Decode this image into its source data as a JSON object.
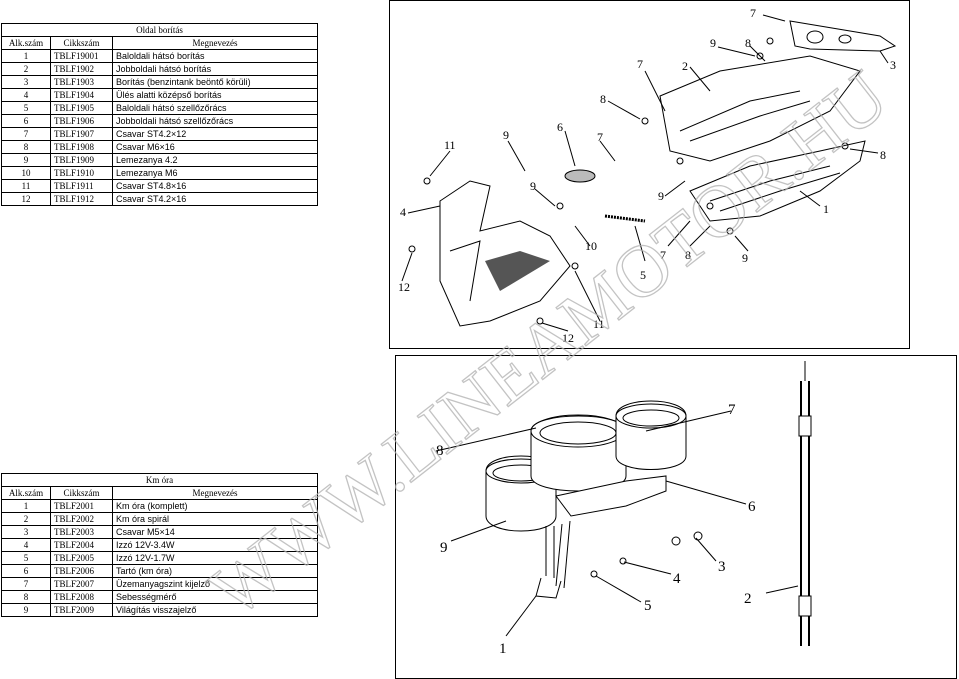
{
  "table1": {
    "title": "Oldal borítás",
    "headers": [
      "Alk.szám",
      "Cikkszám",
      "Megnevezés"
    ],
    "rows": [
      {
        "n": "1",
        "code": "TBLF19001",
        "name": "Baloldali hátsó borítás"
      },
      {
        "n": "2",
        "code": "TBLF1902",
        "name": "Jobboldali hátsó borítás"
      },
      {
        "n": "3",
        "code": "TBLF1903",
        "name": "Borítás (benzintank beöntő körüli)"
      },
      {
        "n": "4",
        "code": "TBLF1904",
        "name": "Ülés alatti középső borítás"
      },
      {
        "n": "5",
        "code": "TBLF1905",
        "name": "Baloldali hátsó szellőzőrács"
      },
      {
        "n": "6",
        "code": "TBLF1906",
        "name": "Jobboldali hátsó szellőzőrács"
      },
      {
        "n": "7",
        "code": "TBLF1907",
        "name": "Csavar ST4.2×12"
      },
      {
        "n": "8",
        "code": "TBLF1908",
        "name": "Csavar M6×16"
      },
      {
        "n": "9",
        "code": "TBLF1909",
        "name": "Lemezanya 4.2"
      },
      {
        "n": "10",
        "code": "TBLF1910",
        "name": "Lemezanya M6"
      },
      {
        "n": "11",
        "code": "TBLF1911",
        "name": "Csavar ST4.8×16"
      },
      {
        "n": "12",
        "code": "TBLF1912",
        "name": "Csavar ST4.2×16"
      }
    ]
  },
  "table2": {
    "title": "Km óra",
    "headers": [
      "Alk.szám",
      "Cikkszám",
      "Megnevezés"
    ],
    "rows": [
      {
        "n": "1",
        "code": "TBLF2001",
        "name": "Km óra (komplett)"
      },
      {
        "n": "2",
        "code": "TBLF2002",
        "name": "Km óra spirál"
      },
      {
        "n": "3",
        "code": "TBLF2003",
        "name": "Csavar M5×14"
      },
      {
        "n": "4",
        "code": "TBLF2004",
        "name": "Izzó 12V-3.4W"
      },
      {
        "n": "5",
        "code": "TBLF2005",
        "name": "Izzó 12V-1.7W"
      },
      {
        "n": "6",
        "code": "TBLF2006",
        "name": "Tartó (km óra)"
      },
      {
        "n": "7",
        "code": "TBLF2007",
        "name": "Üzemanyagszint kijelző"
      },
      {
        "n": "8",
        "code": "TBLF2008",
        "name": "Sebességmérő"
      },
      {
        "n": "9",
        "code": "TBLF2009",
        "name": "Világítás visszajelző"
      }
    ]
  },
  "diagram1": {
    "callouts": [
      "7",
      "9",
      "8",
      "3",
      "7",
      "2",
      "8",
      "6",
      "7",
      "9",
      "11",
      "8",
      "9",
      "1",
      "4",
      "9",
      "10",
      "5",
      "7",
      "8",
      "9",
      "12",
      "11",
      "12"
    ]
  },
  "diagram2": {
    "callouts": [
      "7",
      "8",
      "6",
      "9",
      "3",
      "4",
      "2",
      "5",
      "1"
    ]
  },
  "watermark": "WWW.LINEAMOTOR.HU"
}
